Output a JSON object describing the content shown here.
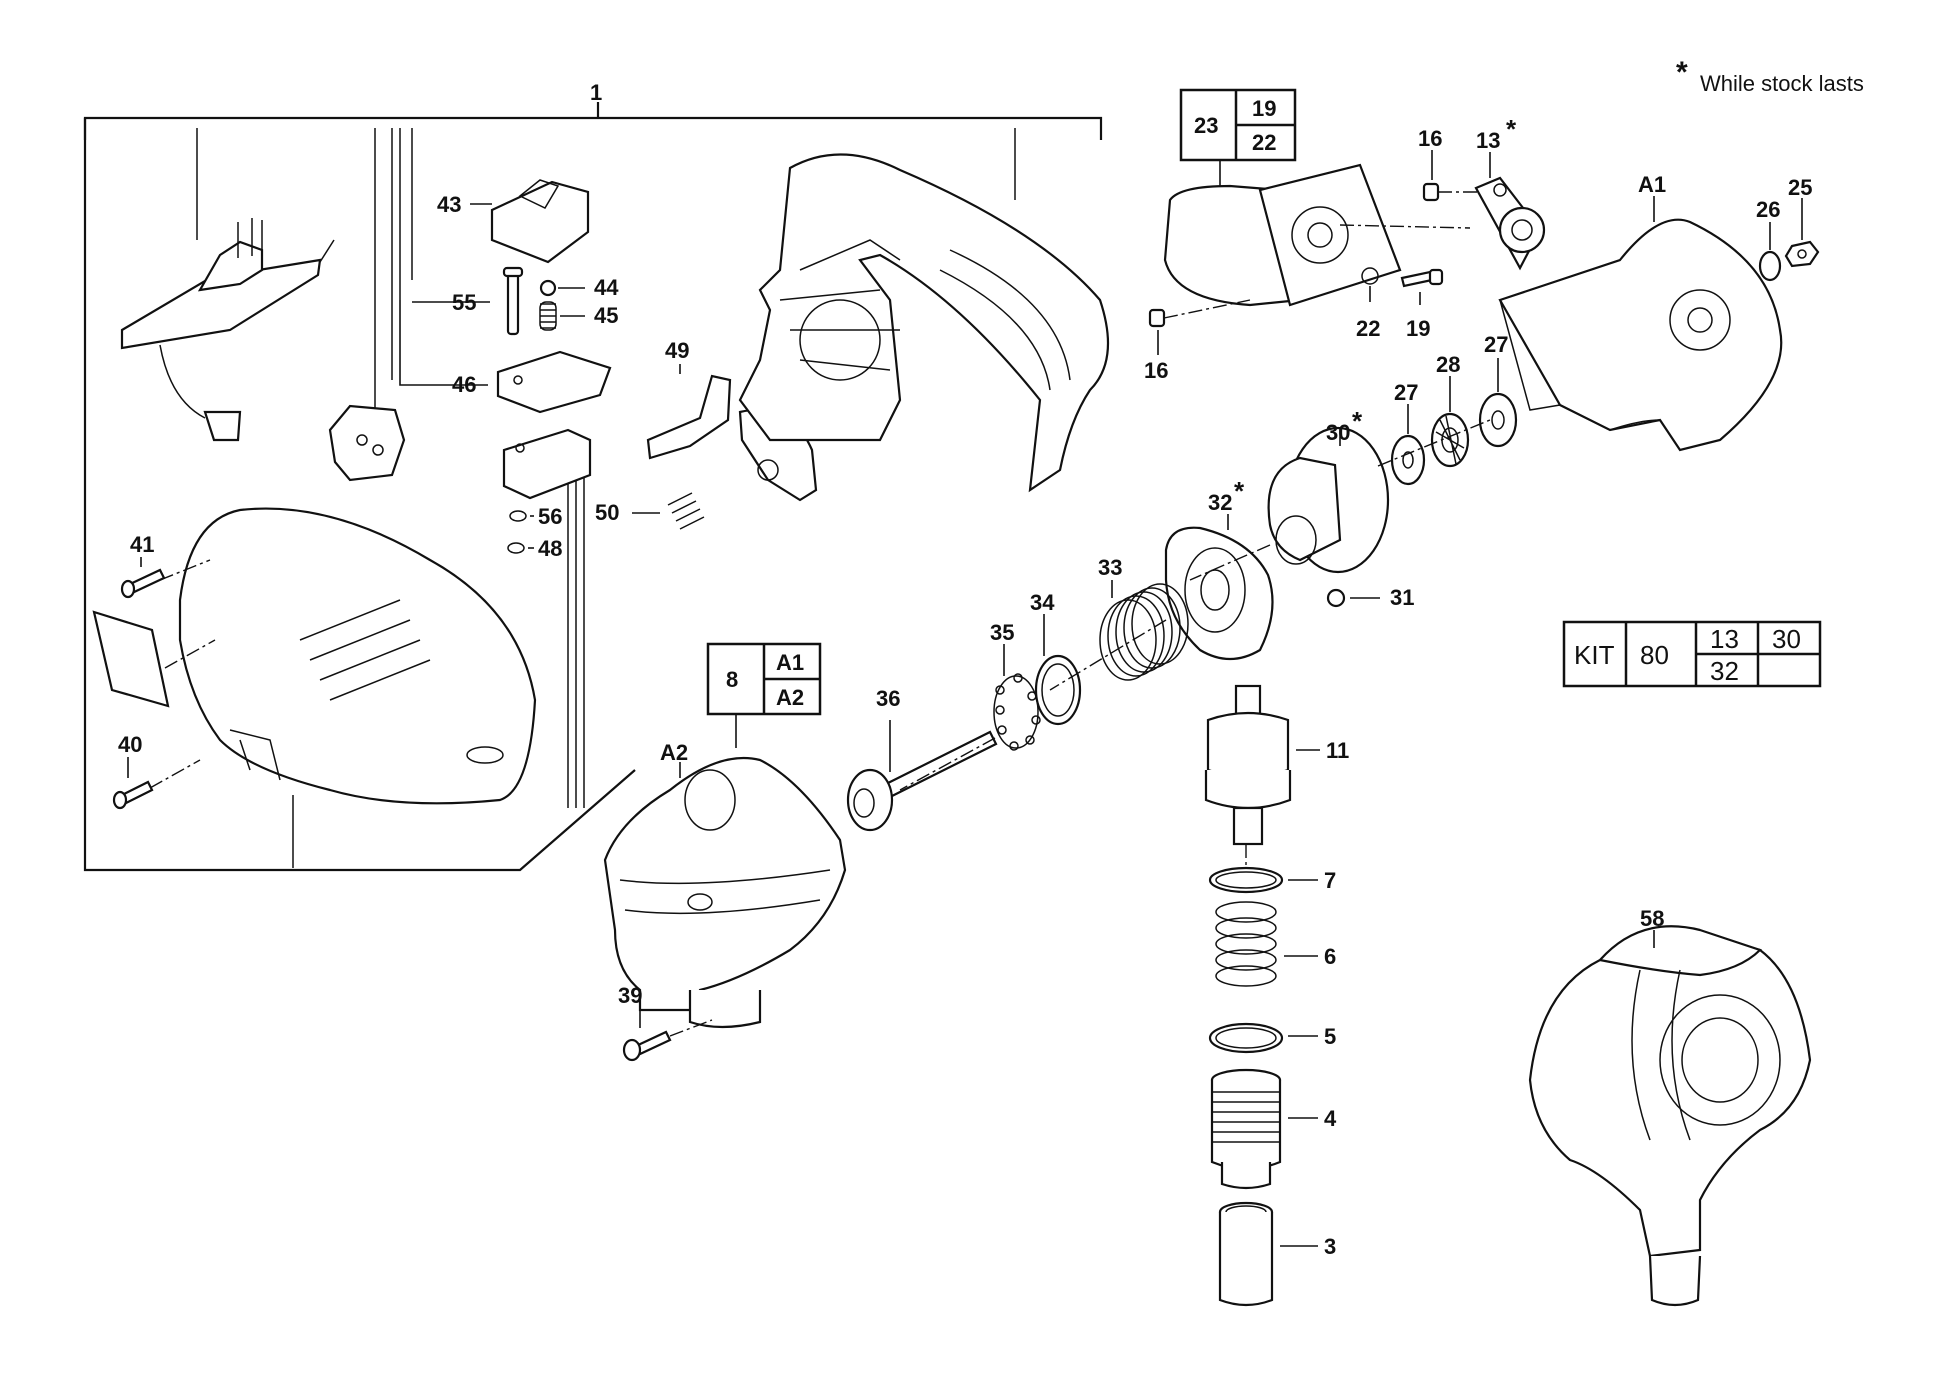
{
  "note": {
    "asterisk": "*",
    "text": "While stock lasts"
  },
  "callouts": {
    "c1": "1",
    "c43": "43",
    "c44": "44",
    "c45": "45",
    "c55": "55",
    "c46": "46",
    "c49": "49",
    "c50": "50",
    "c56": "56",
    "c48": "48",
    "c41": "41",
    "c40": "40",
    "c16a": "16",
    "c16b": "16",
    "c13": "13",
    "c22": "22",
    "c19": "19",
    "cA1": "A1",
    "c26": "26",
    "c25": "25",
    "c27a": "27",
    "c27b": "27",
    "c28": "28",
    "c30": "30",
    "c32": "32",
    "c31": "31",
    "c33": "33",
    "c34": "34",
    "c35": "35",
    "c36": "36",
    "cA2": "A2",
    "c11": "11",
    "c7": "7",
    "c6": "6",
    "c5": "5",
    "c4": "4",
    "c3": "3",
    "c39": "39",
    "c58": "58"
  },
  "assembly_box_23": {
    "main": "23",
    "top": "19",
    "bottom": "22"
  },
  "assembly_box_8": {
    "main": "8",
    "top": "A1",
    "bottom": "A2"
  },
  "kit_table": {
    "label": "KIT",
    "number": "80",
    "top_left": "13",
    "top_right": "30",
    "bottom_left": "32",
    "bottom_right": ""
  }
}
